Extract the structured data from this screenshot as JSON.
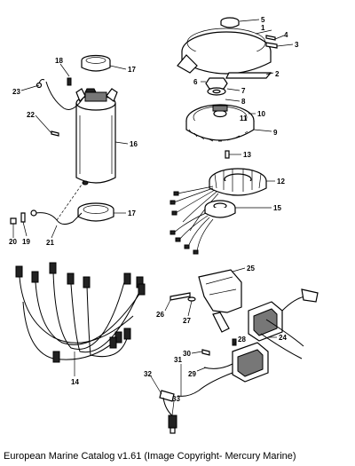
{
  "caption": "European Marine Catalog v1.61 (Image Copyright- Mercury Marine)",
  "callouts": [
    "1",
    "2",
    "3",
    "4",
    "5",
    "6",
    "7",
    "8",
    "9",
    "10",
    "11",
    "12",
    "13",
    "14",
    "15",
    "16",
    "17",
    "17",
    "18",
    "19",
    "20",
    "21",
    "22",
    "23",
    "24",
    "25",
    "26",
    "27",
    "28",
    "29",
    "30",
    "31",
    "32",
    "33"
  ]
}
